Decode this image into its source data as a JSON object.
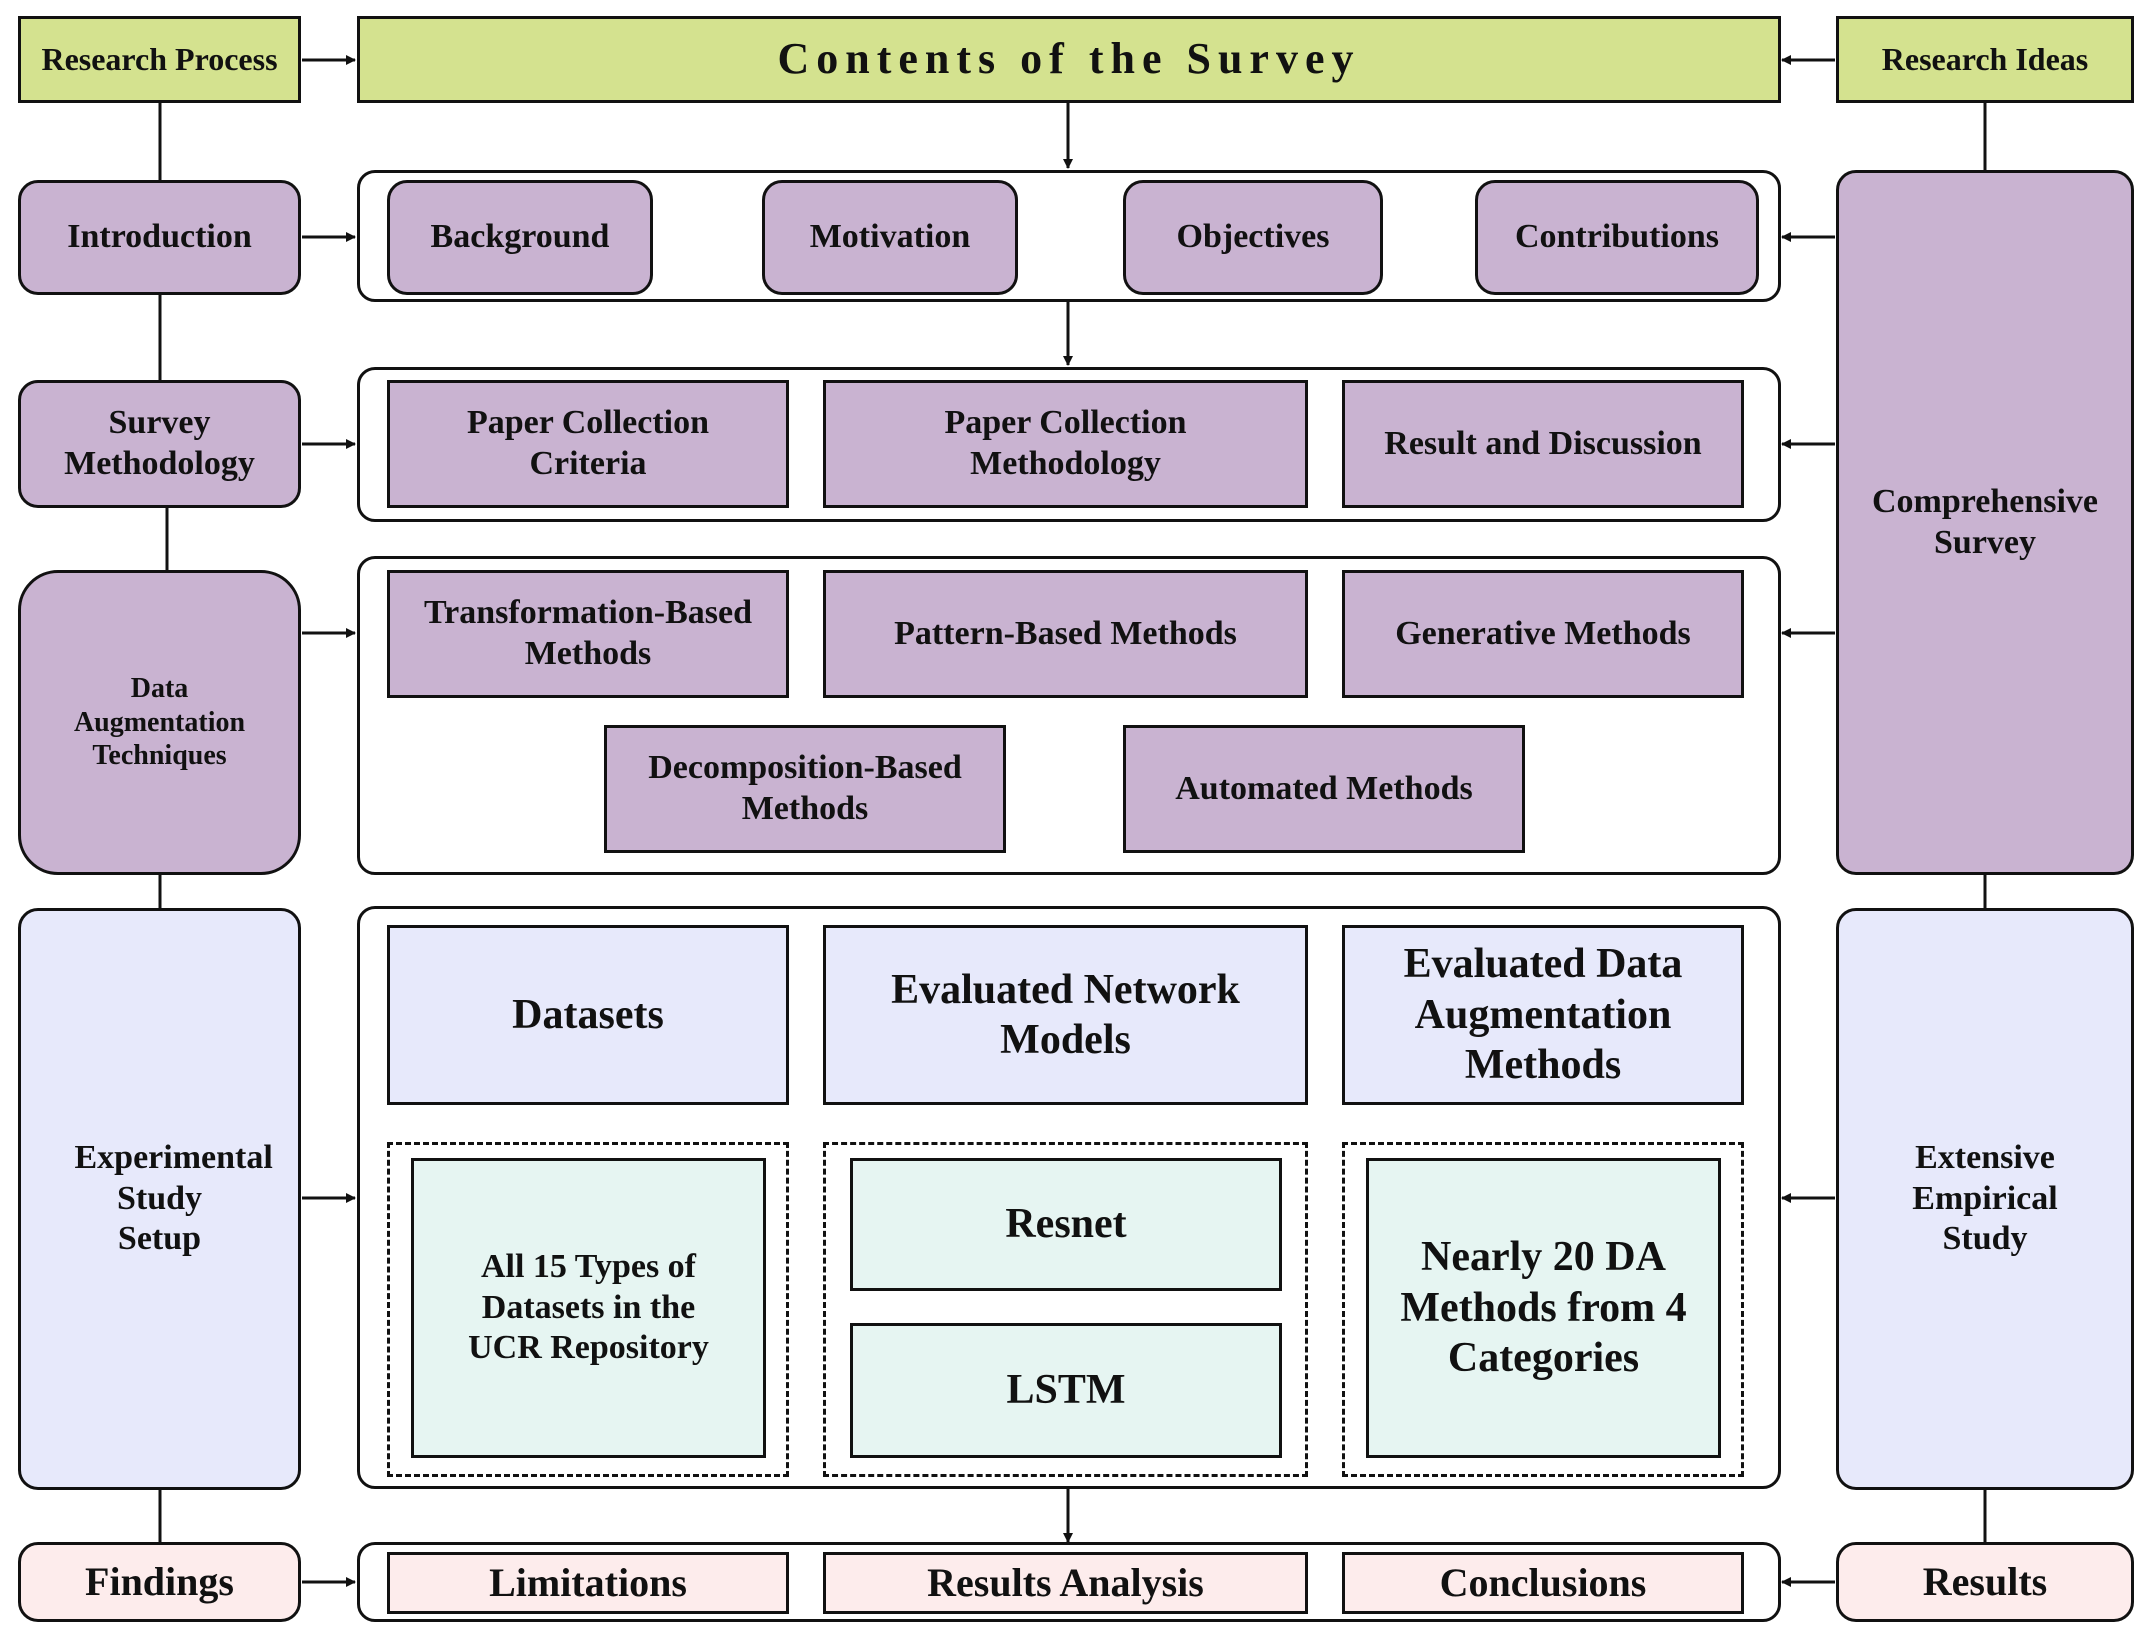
{
  "left": {
    "research_process": "Research Process",
    "introduction": "Introduction",
    "survey_methodology": "Survey Methodology",
    "data_augmentation_techniques": "Data Augmentation Techniques",
    "experimental_study_setup": "Experimental Study Setup",
    "findings": "Findings"
  },
  "right": {
    "research_ideas": "Research Ideas",
    "comprehensive_survey": "Comprehensive Survey",
    "extensive_empirical_study": "Extensive Empirical Study",
    "results": "Results"
  },
  "center": {
    "title": "Contents of the Survey",
    "introduction_items": [
      "Background",
      "Motivation",
      "Objectives",
      "Contributions"
    ],
    "methodology_items": [
      "Paper Collection Criteria",
      "Paper Collection Methodology",
      "Result and Discussion"
    ],
    "augmentation_items": [
      "Transformation-Based Methods",
      "Pattern-Based Methods",
      "Generative Methods",
      "Decomposition-Based Methods",
      "Automated Methods"
    ],
    "experiment_headers": [
      "Datasets",
      "Evaluated Network Models",
      "Evaluated Data Augmentation Methods"
    ],
    "experiment_details": {
      "datasets": "All 15 Types of Datasets in the UCR Repository",
      "models": [
        "Resnet",
        "LSTM"
      ],
      "methods": "Nearly 20 DA Methods from 4 Categories"
    },
    "findings_items": [
      "Limitations",
      "Results Analysis",
      "Conclusions"
    ]
  },
  "colors": {
    "green": "#d4e28f",
    "purple": "#c9b3d1",
    "light_blue": "#e7e9fb",
    "mint": "#e6f5f2",
    "pink": "#fdecec",
    "line": "#111111"
  }
}
